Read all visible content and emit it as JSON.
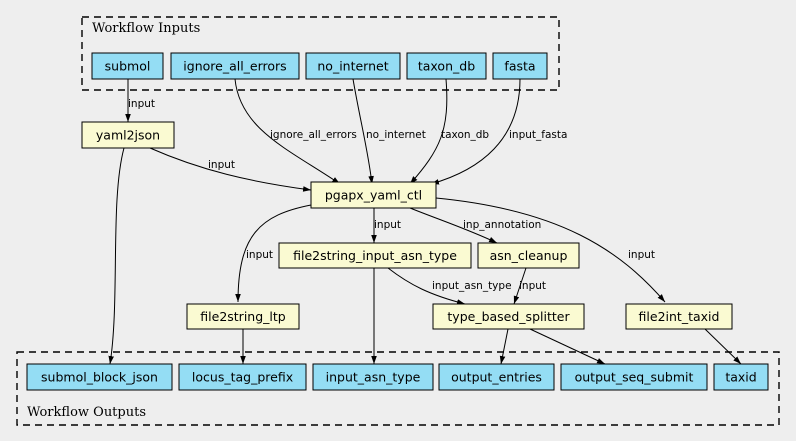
{
  "clusters": {
    "inputs_title": "Workflow Inputs",
    "outputs_title": "Workflow Outputs"
  },
  "inputs": {
    "submol": "submol",
    "ignore_all_errors": "ignore_all_errors",
    "no_internet": "no_internet",
    "taxon_db": "taxon_db",
    "fasta": "fasta"
  },
  "steps": {
    "yaml2json": "yaml2json",
    "pgapx_yaml_ctl": "pgapx_yaml_ctl",
    "file2string_input_asn_type": "file2string_input_asn_type",
    "asn_cleanup": "asn_cleanup",
    "file2string_ltp": "file2string_ltp",
    "type_based_splitter": "type_based_splitter",
    "file2int_taxid": "file2int_taxid"
  },
  "outputs": {
    "submol_block_json": "submol_block_json",
    "locus_tag_prefix": "locus_tag_prefix",
    "input_asn_type": "input_asn_type",
    "output_entries": "output_entries",
    "output_seq_submit": "output_seq_submit",
    "taxid": "taxid"
  },
  "edges": {
    "submol_to_yaml2json": "input",
    "yaml2json_to_pgapx": "input",
    "ignore_to_pgapx": "ignore_all_errors",
    "nointernet_to_pgapx": "no_internet",
    "taxondb_to_pgapx": "taxon_db",
    "fasta_to_pgapx": "input_fasta",
    "pgapx_to_file2string_input": "input",
    "pgapx_to_asn_cleanup": "inp_annotation",
    "pgapx_to_file2string_ltp": "input",
    "pgapx_to_file2int": "input",
    "file2string_input_to_splitter": "input_asn_type",
    "asn_cleanup_to_splitter": "input"
  }
}
